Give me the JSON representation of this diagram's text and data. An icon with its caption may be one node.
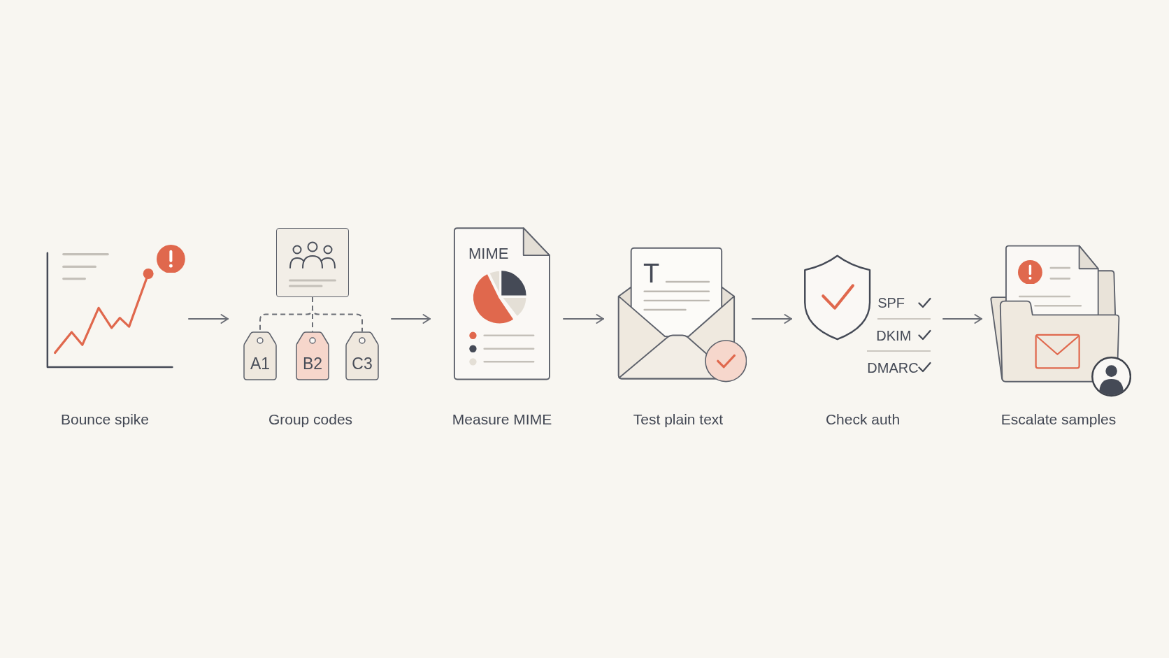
{
  "diagram": {
    "nodes": [
      {
        "text": [
          "Bounce spike"
        ]
      },
      {
        "text": [
          "Group codes"
        ]
      },
      {
        "text": [],
        "shape": "box",
        "in": 1
      },
      {
        "text": [
          "A1"
        ],
        "in": 1
      },
      {
        "text": [
          "B2"
        ],
        "in": 1
      },
      {
        "text": [
          "C3"
        ],
        "in": 1
      },
      {
        "text": [
          "Measure MIME"
        ]
      },
      {
        "text": [
          "Test plain text"
        ]
      },
      {
        "text": [
          "Check auth"
        ]
      },
      {
        "text": [
          "Escalate samples"
        ]
      }
    ],
    "edges": [
      {
        "from": 0,
        "to": 1,
        "arrow": "to"
      },
      {
        "from": 2,
        "to": 3,
        "arrow": "none",
        "style": "dashed"
      },
      {
        "from": 2,
        "to": 4,
        "arrow": "none",
        "style": "dashed"
      },
      {
        "from": 2,
        "to": 5,
        "arrow": "none",
        "style": "dashed"
      },
      {
        "from": 1,
        "to": 6,
        "arrow": "to"
      },
      {
        "from": 6,
        "to": 7,
        "arrow": "to"
      },
      {
        "from": 7,
        "to": 8,
        "arrow": "to"
      },
      {
        "from": 8,
        "to": 9,
        "arrow": "to"
      }
    ],
    "labels": [
      "MIME",
      "T",
      "SPF",
      "DKIM",
      "DMARC"
    ]
  }
}
